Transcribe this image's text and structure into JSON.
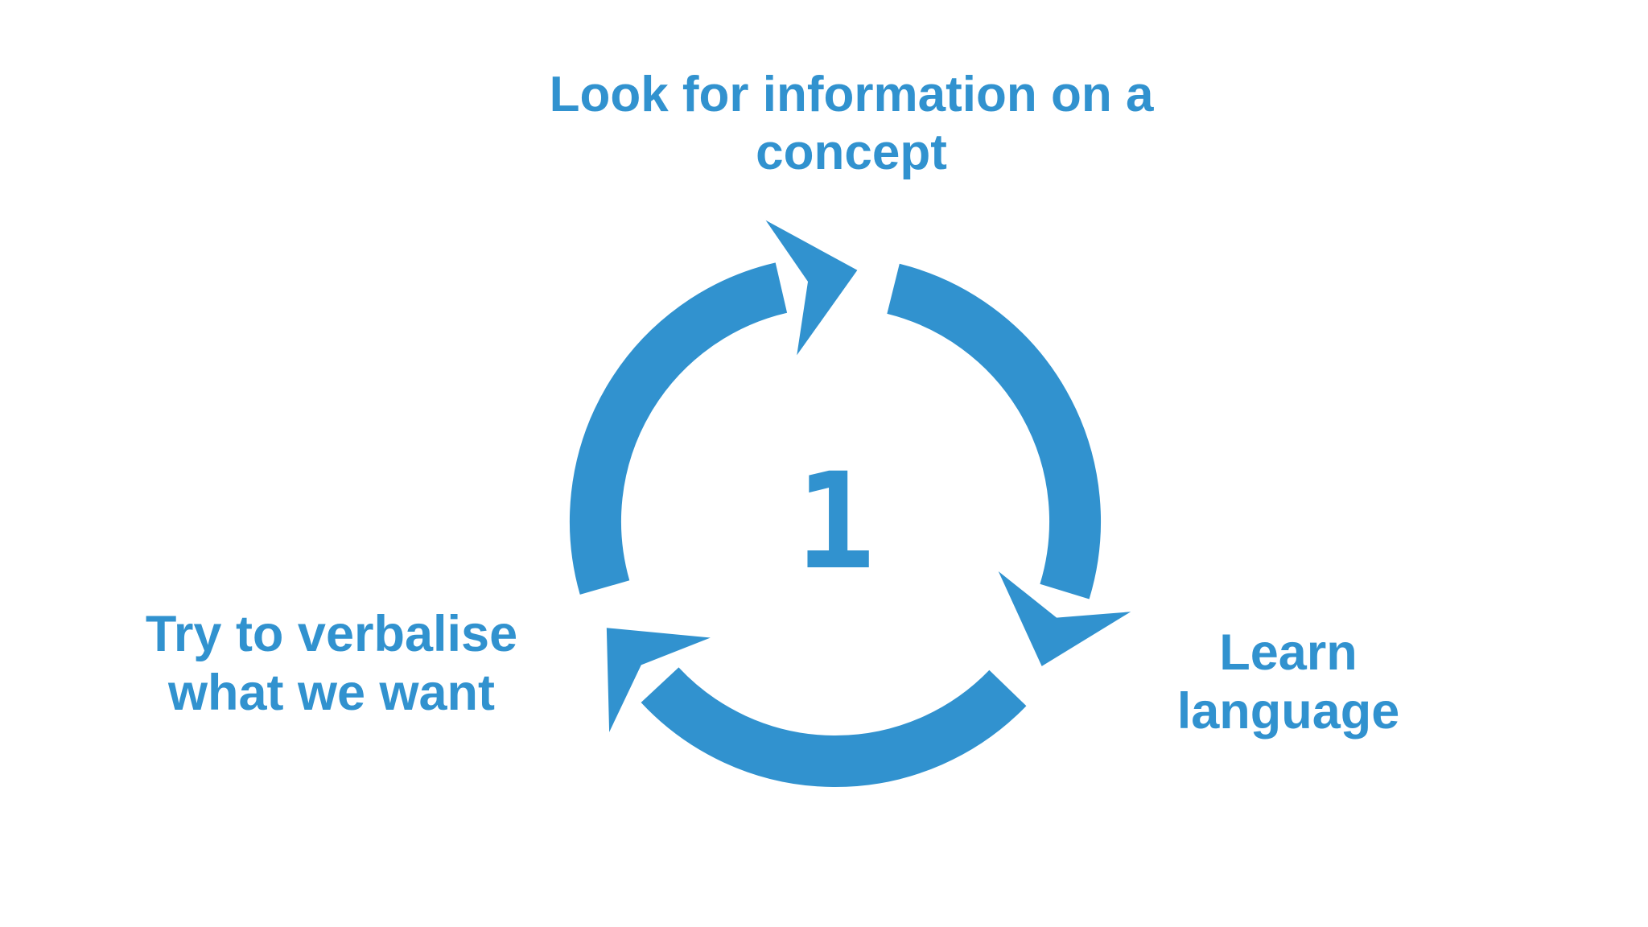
{
  "colors": {
    "accent": "#3192cf",
    "background": "#ffffff"
  },
  "diagram": {
    "type": "cycle",
    "direction": "clockwise",
    "center_number": "1",
    "steps": [
      {
        "position": "top",
        "label": "Look for information on a concept",
        "line1": "Look for information on a",
        "line2": "concept"
      },
      {
        "position": "right",
        "label": "Learn language",
        "line1": "Learn",
        "line2": "language"
      },
      {
        "position": "bottom-left",
        "label": "Try to verbalise what we want",
        "line1": "Try to verbalise",
        "line2": "what we want"
      }
    ]
  }
}
